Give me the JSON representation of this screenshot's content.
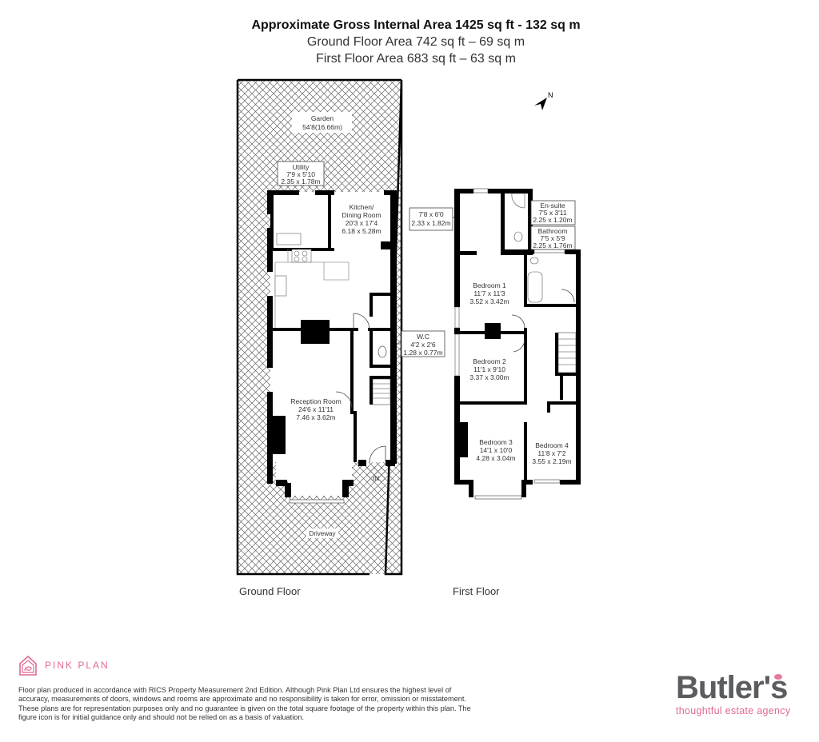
{
  "header": {
    "title": "Approximate Gross Internal Area 1425 sq ft - 132 sq m",
    "ground_floor_area": "Ground Floor Area 742 sq ft – 69 sq m",
    "first_floor_area": "First Floor Area 683 sq ft – 63 sq m"
  },
  "compass": {
    "icon": "north-arrow-icon",
    "label": "N"
  },
  "ground_floor": {
    "label": "Ground Floor",
    "rooms": [
      {
        "name": "Garden",
        "dims_imperial": "54'8(16.66m)",
        "dims_metric": ""
      },
      {
        "name": "Utility",
        "dims_imperial": "7'9 x 5'10",
        "dims_metric": "2.35 x 1.78m"
      },
      {
        "name": "Kitchen/",
        "name2": "Dining Room",
        "dims_imperial": "20'3 x 17'4",
        "dims_metric": "6.18 x 5.28m"
      },
      {
        "name": "W.C",
        "dims_imperial": "4'2 x 2'6",
        "dims_metric": "1.28 x 0.77m"
      },
      {
        "name": "Reception Room",
        "dims_imperial": "24'6 x 11'11",
        "dims_metric": "7.46 x 3.62m"
      },
      {
        "name": "Driveway"
      }
    ],
    "entrance": "IN"
  },
  "first_floor": {
    "label": "First Floor",
    "rooms": [
      {
        "name": "",
        "dims_imperial": "7'8 x 6'0",
        "dims_metric": "2.33 x 1.82m"
      },
      {
        "name": "En-suite",
        "dims_imperial": "7'5 x 3'11",
        "dims_metric": "2.25 x 1.20m"
      },
      {
        "name": "Bathroom",
        "dims_imperial": "7'5 x 5'9",
        "dims_metric": "2.25 x 1.76m"
      },
      {
        "name": "Bedroom 1",
        "dims_imperial": "11'7 x 11'3",
        "dims_metric": "3.52 x 3.42m"
      },
      {
        "name": "Bedroom 2",
        "dims_imperial": "11'1 x 9'10",
        "dims_metric": "3.37 x 3.00m"
      },
      {
        "name": "Bedroom 3",
        "dims_imperial": "14'1 x 10'0",
        "dims_metric": "4.28 x 3.04m"
      },
      {
        "name": "Bedroom 4",
        "dims_imperial": "11'8 x 7'2",
        "dims_metric": "3.55 x 2.19m"
      }
    ]
  },
  "footer": {
    "brand": "PINK PLAN",
    "disclaimer": "Floor plan produced in accordance with RICS Property Measurement 2nd Edition. Although Pink Plan Ltd ensures the highest level of accuracy, measurements of doors, windows and rooms are approximate and no responsibility is taken for error, omission or misstatement. These plans are for representation purposes only and no guarantee is given on the total square footage of the property within this plan. The figure icon is for initial guidance only and should not be relied on as a basis of valuation.",
    "agency_name": "Butler's",
    "agency_tagline": "thoughtful estate agency"
  },
  "colors": {
    "wall": "#000000",
    "hatch": "#555555",
    "pink_plan": "#e06a92",
    "butlers_grey": "#5a5c60",
    "butlers_pink": "#e67aa0"
  }
}
